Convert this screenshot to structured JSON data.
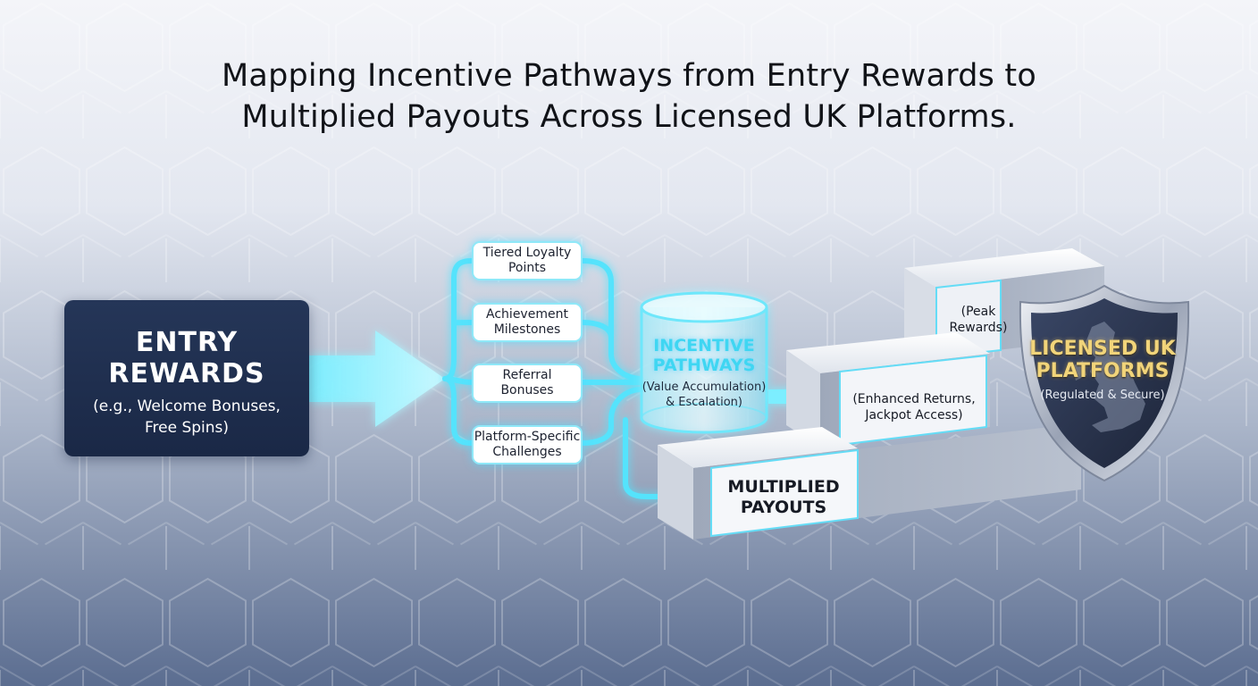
{
  "title": {
    "line1": "Mapping Incentive Pathways from Entry Rewards to",
    "line2": "Multiplied Payouts Across Licensed UK Platforms."
  },
  "entry": {
    "line1": "ENTRY",
    "line2": "REWARDS",
    "sub1": "(e.g., Welcome Bonuses,",
    "sub2": "Free Spins)"
  },
  "branches": [
    {
      "line1": "Tiered Loyalty",
      "line2": "Points"
    },
    {
      "line1": "Achievement",
      "line2": "Milestones"
    },
    {
      "line1": "Referral",
      "line2": "Bonuses"
    },
    {
      "line1": "Platform-Specific",
      "line2": "Challenges"
    }
  ],
  "pathways": {
    "line1": "INCENTIVE",
    "line2": "PATHWAYS",
    "sub1": "(Value Accumulation)",
    "sub2": "& Escalation)"
  },
  "steps": {
    "bottom": {
      "line1": "MULTIPLIED",
      "line2": "PAYOUTS"
    },
    "middle": {
      "line1": "(Enhanced Returns,",
      "line2": "Jackpot Access)"
    },
    "top": {
      "line1": "(Peak",
      "line2": "Rewards)"
    }
  },
  "shield": {
    "line1": "LICENSED UK",
    "line2": "PLATFORMS",
    "sub": "(Regulated & Secure)"
  },
  "colors": {
    "entry_box": "#1f2e4e",
    "glow_cyan": "#4fe0fb",
    "pathway_text": "#3fd6f2",
    "shield_gold": "#f1d47a",
    "shield_body": "#2a3550"
  },
  "icons": [
    "hexagon-pattern",
    "arrow-right",
    "cylinder",
    "shield-icon",
    "uk-map-icon"
  ]
}
